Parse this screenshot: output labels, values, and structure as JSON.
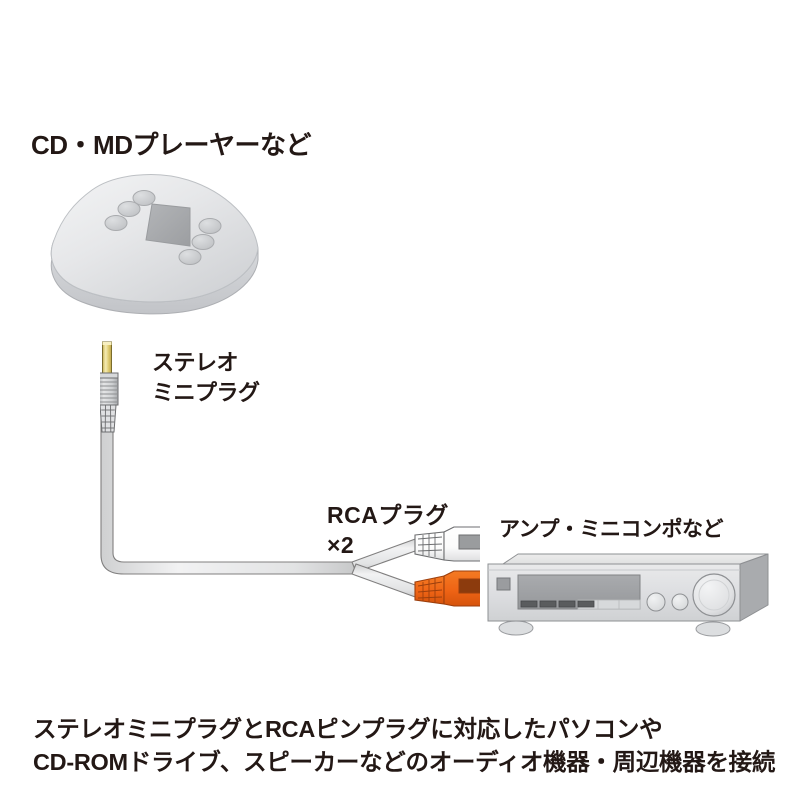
{
  "page": {
    "background": "#ffffff",
    "text_color": "#231815",
    "language": "ja"
  },
  "labels": {
    "source_device": "CD・MDプレーヤーなど",
    "mini_plug_line1": "ステレオ",
    "mini_plug_line2": "ミニプラグ",
    "rca_plug_line1": "RCAプラグ",
    "rca_plug_line2": "×2",
    "amp_device": "アンプ・ミニコンポなど"
  },
  "caption": {
    "line1": "ステレオミニプラグとRCAピンプラグに対応したパソコンや",
    "line2": "CD-ROMドライブ、スピーカーなどのオーディオ機器・周辺機器を接続"
  },
  "devices": {
    "player": {
      "name": "cd-md-player",
      "body_color": "#e9eaec",
      "body_shade": "#d3d5d8",
      "outline": "#b9bcc0",
      "display_color": "#a7a9ac",
      "button_color": "#c9cbce"
    },
    "amplifier": {
      "name": "amplifier-mini-component",
      "top_color": "#e3e4e6",
      "front_color": "#dcdee0",
      "side_color": "#a9abae",
      "display_color": "#a0a2a5",
      "knob_color": "#e6e7e9",
      "outline": "#8e9093"
    }
  },
  "cable": {
    "jacket_color": "#e8e9ea",
    "outline": "#807f7f",
    "mini_plug": {
      "name": "stereo-mini-plug",
      "tip_color": "#d9c56a",
      "tip_highlight": "#f2e6a8",
      "barrel_color": "#c8cacc",
      "outline": "#6d6e70"
    },
    "rca_plugs": [
      {
        "name": "rca-plug-white",
        "channel": "L",
        "body_color": "#ffffff",
        "band_color": "#9a9c9e",
        "outline": "#6d6e70",
        "pin_color": "#e8d98a"
      },
      {
        "name": "rca-plug-red",
        "channel": "R",
        "body_color": "#ef6415",
        "band_color": "#8c3b0d",
        "outline": "#9c3f0d",
        "pin_color": "#e8d98a"
      }
    ]
  }
}
